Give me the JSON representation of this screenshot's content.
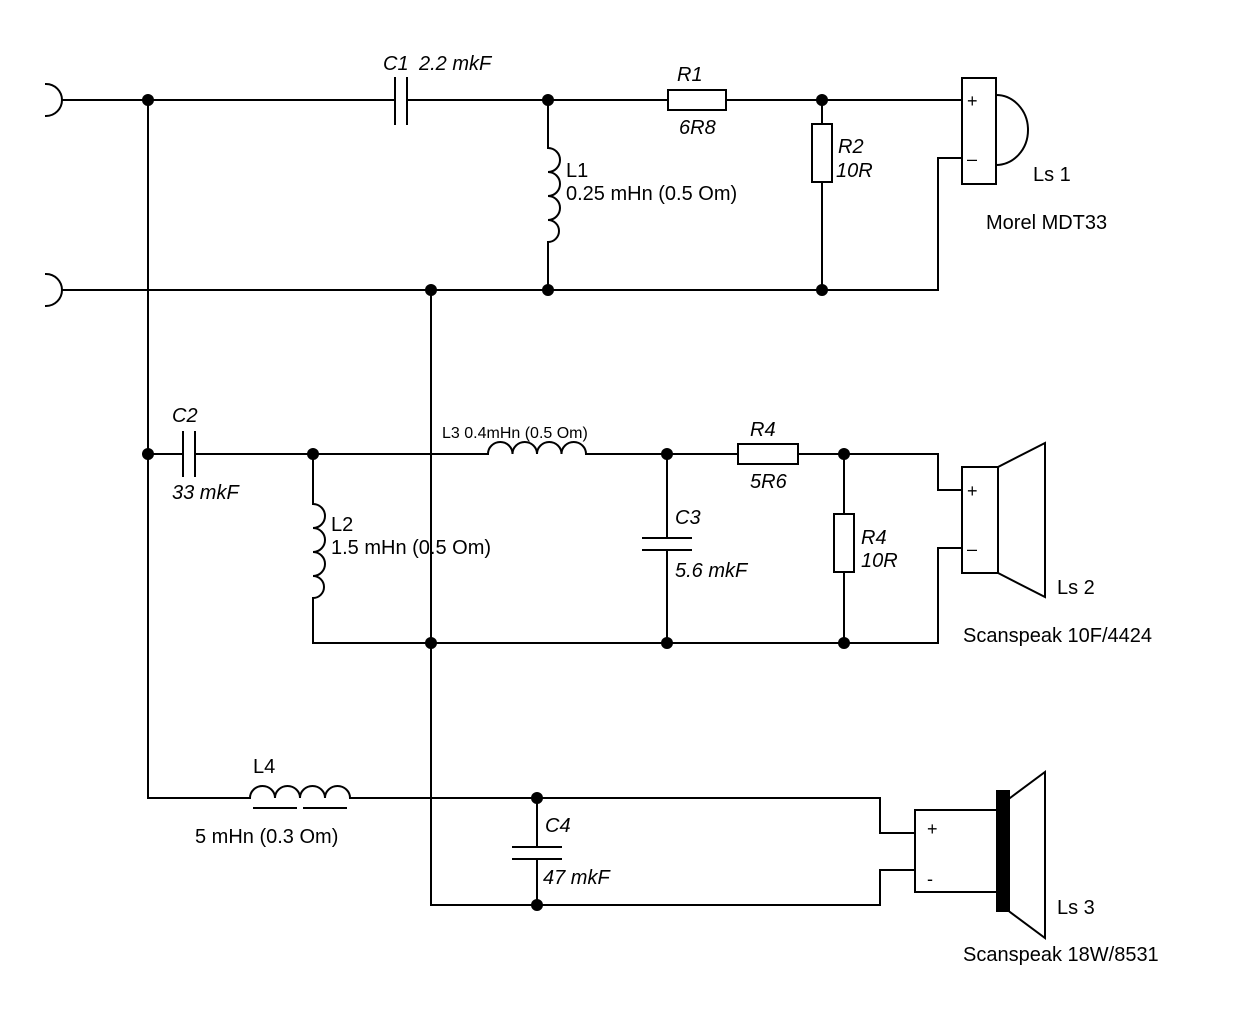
{
  "components": {
    "c1": {
      "name": "C1",
      "value": "2.2 mkF"
    },
    "r1": {
      "name": "R1",
      "value": "6R8"
    },
    "r2": {
      "name": "R2",
      "value": "10R"
    },
    "l1": {
      "name": "L1",
      "value": "0.25 mHn (0.5 Om)"
    },
    "c2": {
      "name": "C2",
      "value": "33 mkF"
    },
    "l2": {
      "name": "L2",
      "value": "1.5 mHn (0.5 Om)"
    },
    "l3": {
      "label": "L3 0.4mHn (0.5 Om)"
    },
    "c3": {
      "name": "C3",
      "value": "5.6 mkF"
    },
    "r4a": {
      "name": "R4",
      "value": "5R6"
    },
    "r4b": {
      "name": "R4",
      "value": "10R"
    },
    "l4": {
      "name": "L4",
      "value": "5 mHn (0.3 Om)"
    },
    "c4": {
      "name": "C4",
      "value": "47 mkF"
    }
  },
  "speakers": {
    "ls1": {
      "name": "Ls 1",
      "model": "Morel MDT33",
      "plus": "+",
      "minus": "–"
    },
    "ls2": {
      "name": "Ls 2",
      "model": "Scanspeak 10F/4424",
      "plus": "+",
      "minus": "–"
    },
    "ls3": {
      "name": "Ls 3",
      "model": "Scanspeak 18W/8531",
      "plus": "+",
      "minus": "-"
    }
  }
}
